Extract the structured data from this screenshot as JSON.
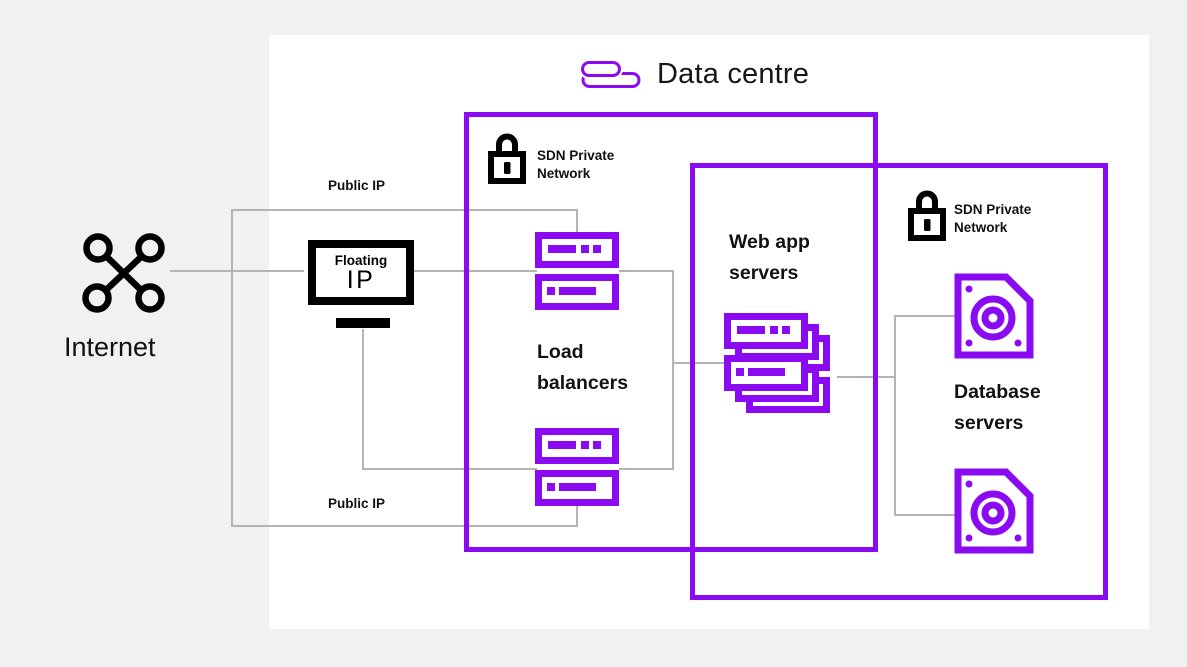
{
  "colors": {
    "accent_purple": "#8A0BF2",
    "line_gray": "#b4b4b4",
    "text_black": "#161616",
    "icon_black": "#000000",
    "page_bg": "#f1f1f2",
    "canvas_bg": "#ffffff"
  },
  "title": {
    "label": "Data centre",
    "icon": "data-centre-icon"
  },
  "internet": {
    "label": "Internet",
    "icon": "internet-nodes-icon"
  },
  "floating_ip": {
    "line1": "Floating",
    "line2": "IP",
    "icon": "monitor-icon"
  },
  "public_ip_top": {
    "label": "Public IP"
  },
  "public_ip_bottom": {
    "label": "Public IP"
  },
  "sdn_network_1": {
    "line1": "SDN Private",
    "line2": "Network",
    "icon": "lock-icon"
  },
  "sdn_network_2": {
    "line1": "SDN Private",
    "line2": "Network",
    "icon": "lock-icon"
  },
  "load_balancers": {
    "line1": "Load",
    "line2": "balancers",
    "icon": "server-icon",
    "count": 2
  },
  "web_app_servers": {
    "line1": "Web app",
    "line2": "servers",
    "icon": "server-stack-icon"
  },
  "database_servers": {
    "line1": "Database",
    "line2": "servers",
    "icon": "disk-drive-icon",
    "count": 2
  }
}
